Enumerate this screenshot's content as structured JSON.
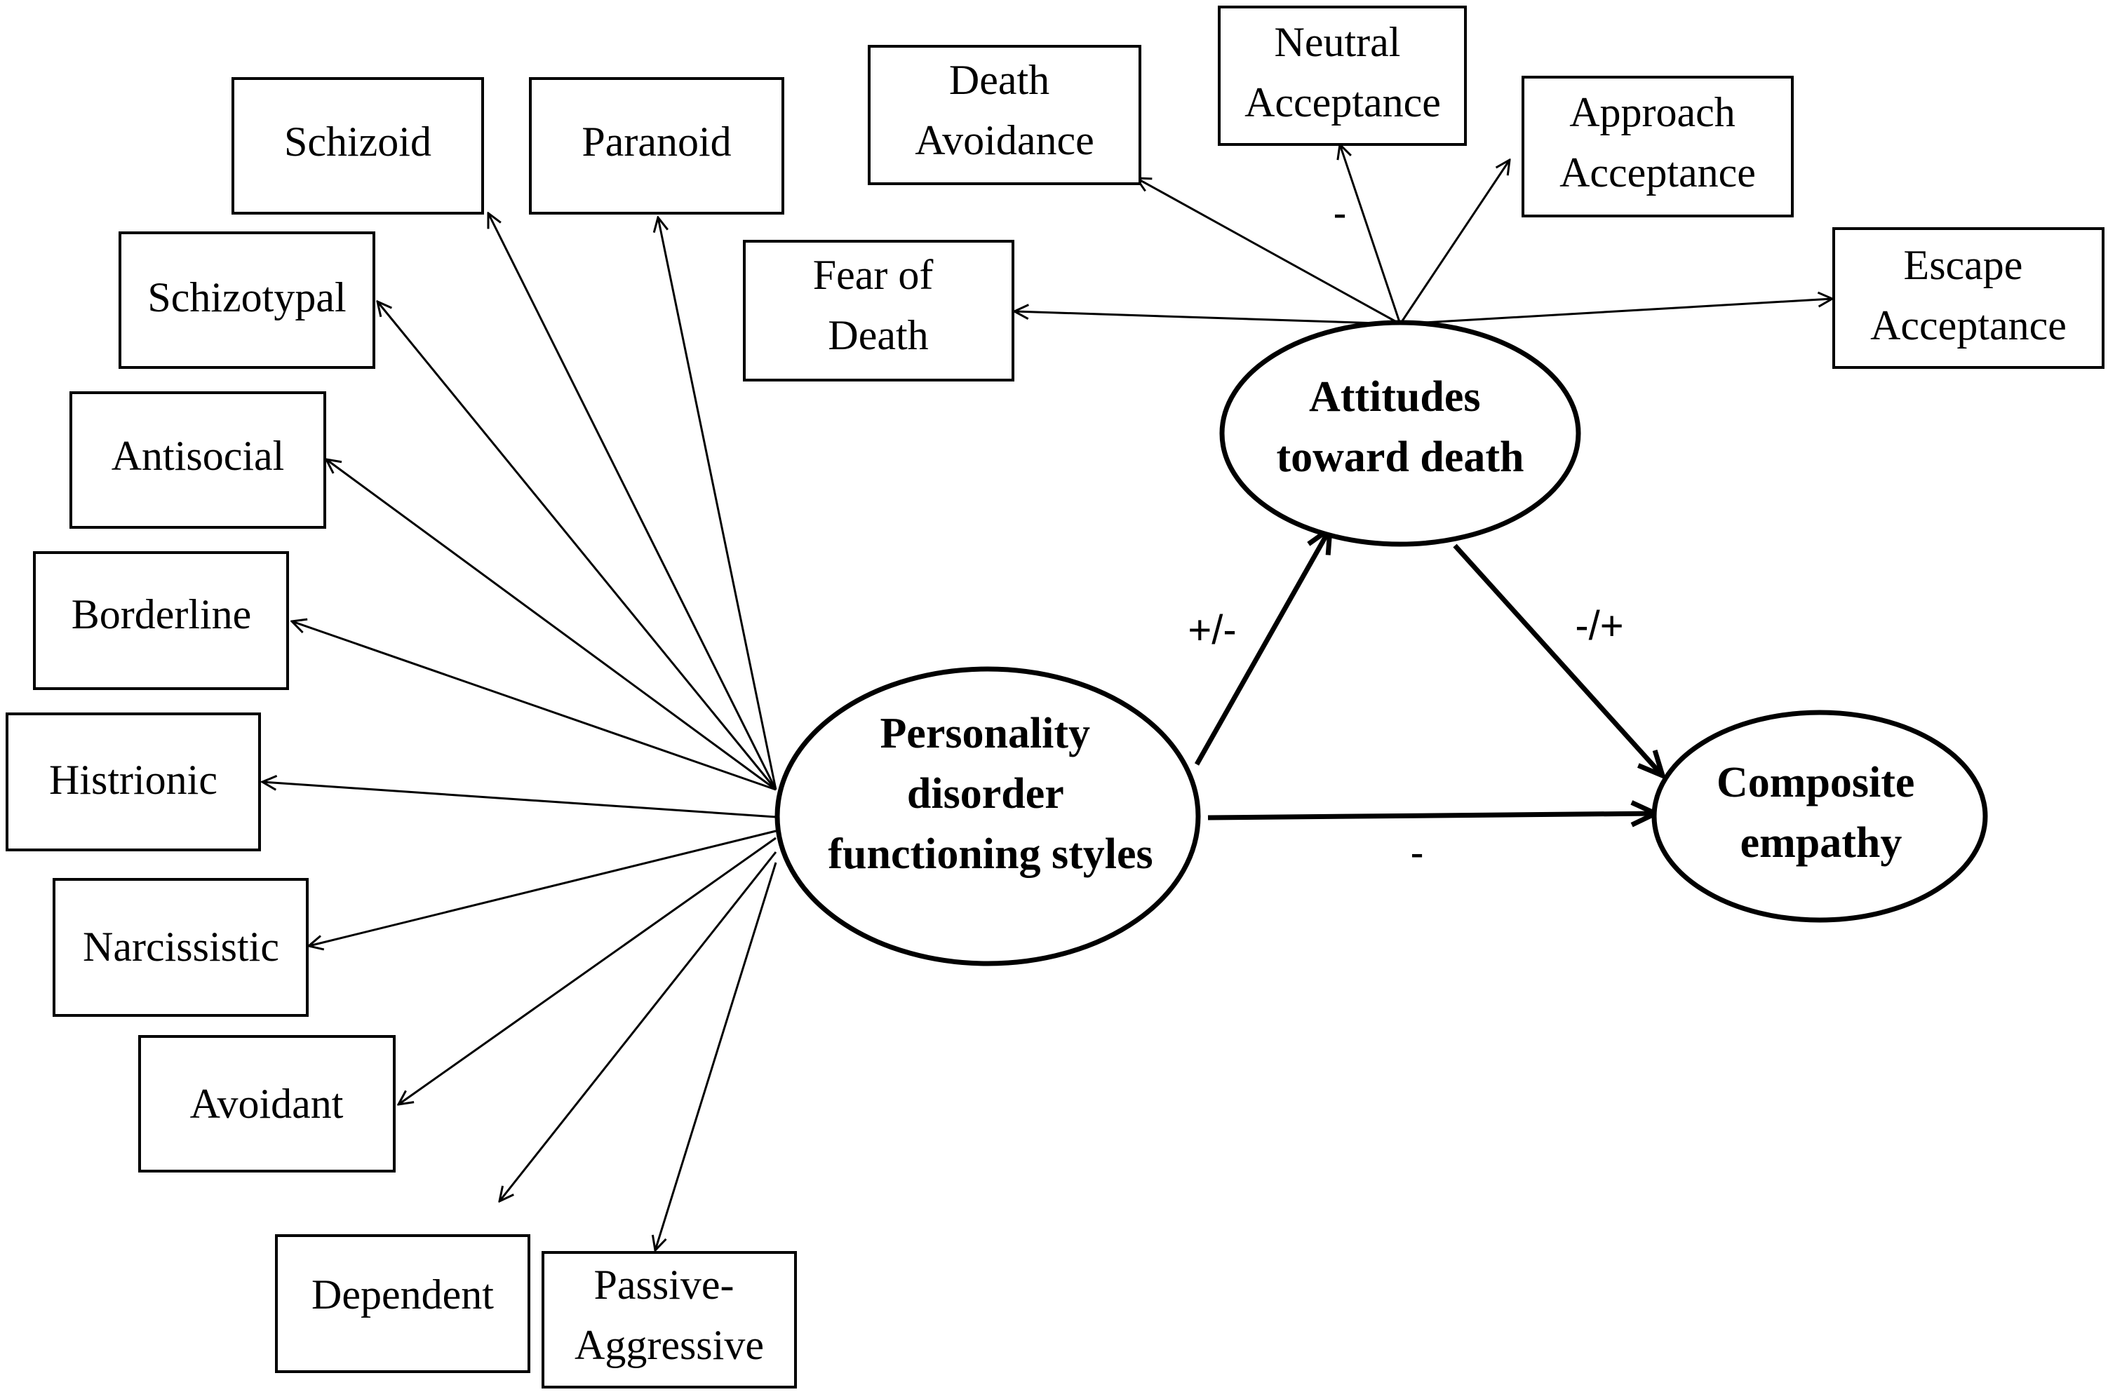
{
  "nodes": {
    "personality": {
      "lines": [
        "Personality",
        "disorder",
        "functioning styles"
      ]
    },
    "attitudes": {
      "lines": [
        "Attitudes",
        "toward death"
      ]
    },
    "empathy": {
      "lines": [
        "Composite",
        "empathy"
      ]
    }
  },
  "personality_styles": [
    {
      "id": "schizoid",
      "lines": [
        "Schizoid"
      ]
    },
    {
      "id": "paranoid",
      "lines": [
        "Paranoid"
      ]
    },
    {
      "id": "schizotypal",
      "lines": [
        "Schizotypal"
      ]
    },
    {
      "id": "antisocial",
      "lines": [
        "Antisocial"
      ]
    },
    {
      "id": "borderline",
      "lines": [
        "Borderline"
      ]
    },
    {
      "id": "histrionic",
      "lines": [
        "Histrionic"
      ]
    },
    {
      "id": "narcissistic",
      "lines": [
        "Narcissistic"
      ]
    },
    {
      "id": "avoidant",
      "lines": [
        "Avoidant"
      ]
    },
    {
      "id": "dependent",
      "lines": [
        "Dependent"
      ]
    },
    {
      "id": "passive-aggressive",
      "lines": [
        "Passive-",
        "Aggressive"
      ]
    }
  ],
  "death_attitudes": [
    {
      "id": "death-avoidance",
      "lines": [
        "Death",
        "Avoidance"
      ]
    },
    {
      "id": "neutral-acceptance",
      "lines": [
        "Neutral",
        "Acceptance"
      ]
    },
    {
      "id": "approach-acceptance",
      "lines": [
        "Approach",
        "Acceptance"
      ]
    },
    {
      "id": "fear-of-death",
      "lines": [
        "Fear of",
        "Death"
      ]
    },
    {
      "id": "escape-acceptance",
      "lines": [
        "Escape",
        "Acceptance"
      ]
    }
  ],
  "paths": {
    "personality_to_attitudes": "+/-",
    "attitudes_to_empathy": "-/+",
    "personality_to_empathy": "-",
    "attitudes_to_neutral": "-"
  }
}
